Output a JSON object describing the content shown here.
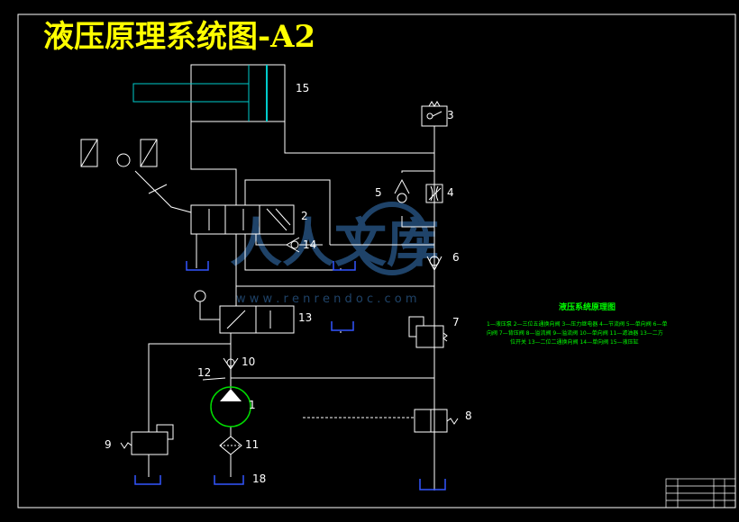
{
  "title": "液压原理系统图-A2",
  "component_labels": [
    "15",
    "3",
    "5",
    "4",
    "2",
    "14",
    "6",
    "13",
    "7",
    "10",
    "12",
    "1",
    "8",
    "9",
    "11",
    "18"
  ],
  "legend": {
    "title": "液压系统原理图",
    "lines": [
      "1—液压泵  2—三位五通换向阀  3—压力继电器  4—节流阀  5—单向阀  6—单",
      "向阀  7—背压阀  8—溢流阀  9—溢流阀  10—单向阀  11—滤油器  13—二方",
      "位开关    13—二位二通换向阀  14—单向阀  15—液压缸"
    ]
  },
  "watermark": {
    "brand": "人人文库",
    "url": "w w w . r e n r e n d o c . c o m"
  },
  "colors": {
    "background": "#000000",
    "line": "#ffffff",
    "title": "#ffff00",
    "cylinder": "#00cccc",
    "tank": "#3355ff",
    "pump_circle": "#00dd00",
    "legend_text": "#00ff00",
    "watermark": "#2a5a8c"
  },
  "icons": [
    "cylinder-icon",
    "pressure-switch-icon",
    "throttle-valve-icon",
    "check-valve-icon",
    "directional-valve-icon",
    "pump-icon",
    "filter-icon",
    "relief-valve-icon",
    "tank-icon"
  ]
}
